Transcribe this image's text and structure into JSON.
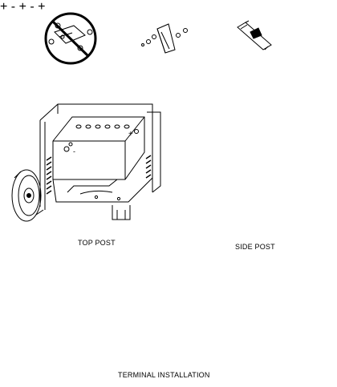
{
  "labels": {
    "top_post": "TOP POST",
    "side_post": "SIDE POST",
    "terminal_installation": "TERMINAL INSTALLATION"
  },
  "terminals": {
    "top_negative": "-",
    "top_positive": "+",
    "side_negative": "-",
    "side_positive": "+"
  },
  "icons": [
    "prohibited-clamp-on-battery-icon",
    "angled-bracket-with-bolts-icon",
    "flat-strap-clip-icon"
  ]
}
